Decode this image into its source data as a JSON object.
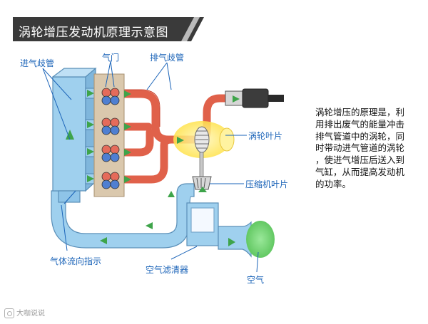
{
  "title": "涡轮增压发动机原理示意图",
  "labels": {
    "intake_manifold": "进气歧管",
    "valve": "气门",
    "exhaust_manifold": "排气歧管",
    "turbine_blade": "涡轮叶片",
    "compressor_blade": "压缩机叶片",
    "flow_direction": "气体流向指示",
    "air_filter": "空气滤清器",
    "air": "空气"
  },
  "description": {
    "line1": "涡轮增压的原理是，利",
    "line2": "用排出废气的能量冲击",
    "line3": "排气管道中的涡轮，同",
    "line4": "时带动进气管道的涡轮",
    "line5": "，使进气增压后送入到",
    "line6": "气缸，从而提高发动机",
    "line7": "的功率。"
  },
  "watermark": "大咖说说",
  "colors": {
    "intake_blue": "#9fd0ee",
    "exhaust_red": "#e0614a",
    "block_tan": "#dac8ad",
    "arrow_green": "#3ea44a",
    "label_blue": "#1a63b8",
    "air_green": "#7fd77f",
    "turbine_glow": "#ffe85c"
  }
}
